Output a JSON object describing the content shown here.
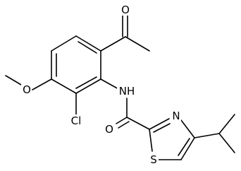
{
  "atoms": {
    "o_acetyl": "O",
    "nh": "NH",
    "o_methoxy": "O",
    "cl": "Cl",
    "o_amide": "O",
    "n_thiazole": "N",
    "s_thiazole": "S"
  },
  "colors": {
    "bond": "#000000",
    "label": "#000000",
    "background": "#ffffff"
  }
}
